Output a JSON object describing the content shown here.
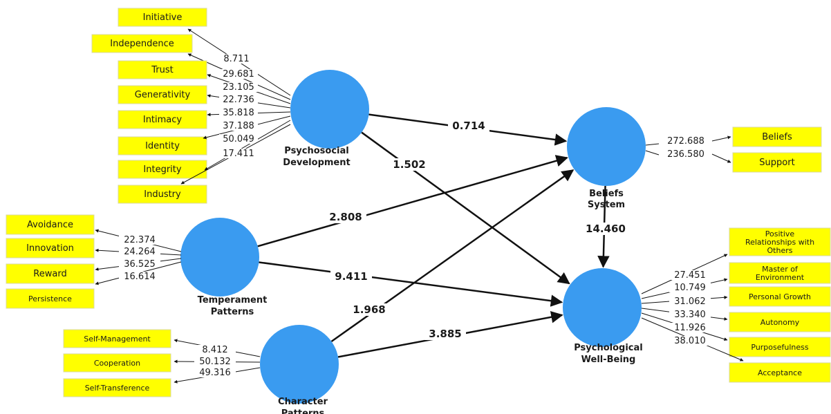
{
  "colors": {
    "node": "#3a9bf0",
    "indicator_box": "#ffff00",
    "line": "#111111"
  },
  "constructs": {
    "psychosocial": "Psychosocial Development",
    "beliefs": "Beliefs System",
    "temperament": "Temperament Patterns",
    "character": "Character Patterns",
    "wellbeing": "Psychological Well-Being"
  },
  "construct_lines": {
    "psychosocial": [
      "Psychosocial",
      "Development"
    ],
    "beliefs": [
      "Beliefs",
      "System"
    ],
    "temperament": [
      "Temperament",
      "Patterns"
    ],
    "character": [
      "Character",
      "Patterns"
    ],
    "wellbeing": [
      "Psychological",
      "Well-Being"
    ]
  },
  "indicators": {
    "psychosocial": [
      {
        "label": "Initiative",
        "loading": "8.711"
      },
      {
        "label": "Independence",
        "loading": "29.681"
      },
      {
        "label": "Trust",
        "loading": "23.105"
      },
      {
        "label": "Generativity",
        "loading": "22.736"
      },
      {
        "label": "Intimacy",
        "loading": "35.818"
      },
      {
        "label": "Identity",
        "loading": "37.188"
      },
      {
        "label": "Integrity",
        "loading": "50.049"
      },
      {
        "label": "Industry",
        "loading": "17.411"
      }
    ],
    "beliefs": [
      {
        "label": "Beliefs",
        "loading": "272.688"
      },
      {
        "label": "Support",
        "loading": "236.580"
      }
    ],
    "temperament": [
      {
        "label": "Avoidance",
        "loading": "22.374"
      },
      {
        "label": "Innovation",
        "loading": "24.264"
      },
      {
        "label": "Reward",
        "loading": "36.525"
      },
      {
        "label": "Persistence",
        "loading": "16.614"
      }
    ],
    "character": [
      {
        "label": "Self-Management",
        "loading": "8.412"
      },
      {
        "label": "Cooperation",
        "loading": "50.132"
      },
      {
        "label": "Self-Transference",
        "loading": "49.316"
      }
    ],
    "wellbeing": [
      {
        "label": [
          "Positive",
          "Relationships with",
          "Others"
        ],
        "loading": "27.451"
      },
      {
        "label": [
          "Master of",
          "Environment"
        ],
        "loading": "10.749"
      },
      {
        "label": [
          "Personal Growth"
        ],
        "loading": "31.062"
      },
      {
        "label": [
          "Autonomy"
        ],
        "loading": "33.340"
      },
      {
        "label": [
          "Purposefulness"
        ],
        "loading": "11.926"
      },
      {
        "label": [
          "Acceptance"
        ],
        "loading": "38.010"
      }
    ]
  },
  "paths": [
    {
      "from": "psychosocial",
      "to": "beliefs",
      "value": "0.714"
    },
    {
      "from": "psychosocial",
      "to": "wellbeing",
      "value": "1.502"
    },
    {
      "from": "temperament",
      "to": "beliefs",
      "value": "2.808"
    },
    {
      "from": "temperament",
      "to": "wellbeing",
      "value": "9.411"
    },
    {
      "from": "character",
      "to": "beliefs",
      "value": "1.968"
    },
    {
      "from": "character",
      "to": "wellbeing",
      "value": "3.885"
    },
    {
      "from": "beliefs",
      "to": "wellbeing",
      "value": "14.460"
    }
  ]
}
